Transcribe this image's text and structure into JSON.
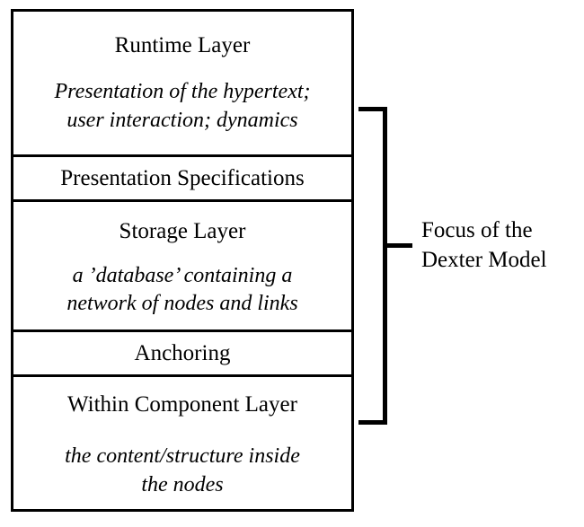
{
  "diagram": {
    "title": "Dexter Hypertext Reference Model layer diagram",
    "colors": {
      "line": "#000000",
      "background": "#ffffff",
      "text": "#000000"
    },
    "layers": [
      {
        "id": "runtime-layer",
        "title": "Runtime Layer",
        "description": "Presentation of the hypertext;\nuser interaction; dynamics",
        "style": "title-and-italic-description"
      },
      {
        "id": "presentation-specifications",
        "title": "Presentation Specifications",
        "description": "",
        "style": "interface-band"
      },
      {
        "id": "storage-layer",
        "title": "Storage Layer",
        "description": "a ’database’ containing a\nnetwork of nodes and links",
        "style": "title-and-italic-description"
      },
      {
        "id": "anchoring",
        "title": "Anchoring",
        "description": "",
        "style": "interface-band"
      },
      {
        "id": "within-component-layer",
        "title": "Within Component Layer",
        "description": "the content/structure inside\nthe nodes",
        "style": "title-and-italic-description"
      }
    ],
    "annotation": {
      "id": "focus-of-dexter-model",
      "label": "Focus of the\nDexter Model",
      "bracket": {
        "spans_from_layer": "runtime-layer",
        "spans_to_layer": "within-component-layer",
        "orientation": "right-facing"
      }
    }
  }
}
